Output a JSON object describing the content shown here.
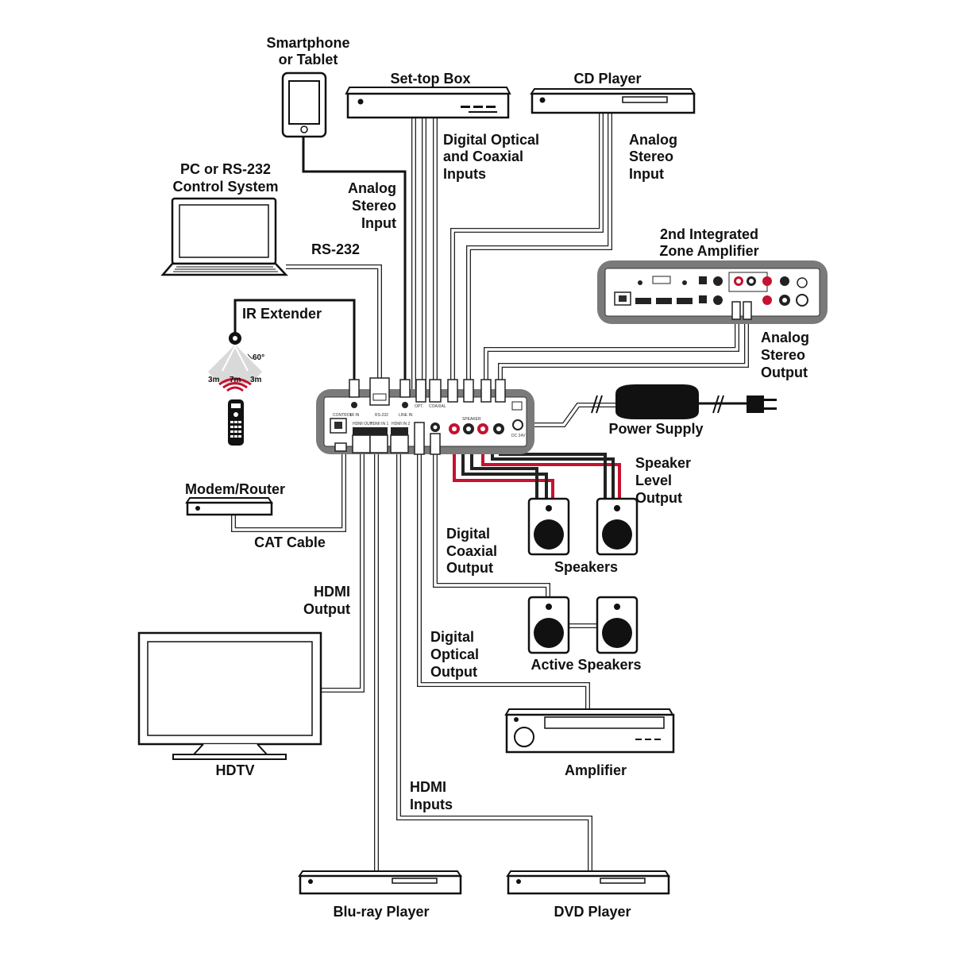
{
  "labels": {
    "smartphone": [
      "Smartphone",
      "or Tablet"
    ],
    "settop": "Set-top Box",
    "cd": "CD Player",
    "digital_in": [
      "Digital Optical",
      "and Coaxial",
      "Inputs"
    ],
    "analog_in_right": [
      "Analog",
      "Stereo",
      "Input"
    ],
    "pc": [
      "PC or RS-232",
      "Control System"
    ],
    "analog_in_left": [
      "Analog",
      "Stereo",
      "Input"
    ],
    "zone_amp": [
      "2nd Integrated",
      "Zone Amplifier"
    ],
    "rs232": "RS-232",
    "ir_extender": "IR Extender",
    "ir_angle": "60°",
    "ir_dist_left": "3m",
    "ir_dist_mid": "7m",
    "ir_dist_right": "3m",
    "analog_out": [
      "Analog",
      "Stereo",
      "Output"
    ],
    "power": "Power Supply",
    "modem": "Modem/Router",
    "speaker_level": [
      "Speaker",
      "Level",
      "Output"
    ],
    "cat": "CAT Cable",
    "coax_out": [
      "Digital",
      "Coaxial",
      "Output"
    ],
    "speakers": "Speakers",
    "hdmi_out": [
      "HDMI",
      "Output"
    ],
    "active_speakers": "Active Speakers",
    "optical_out": [
      "Digital",
      "Optical",
      "Output"
    ],
    "hdtv": "HDTV",
    "amplifier": "Amplifier",
    "hdmi_in": [
      "HDMI",
      "Inputs"
    ],
    "bluray": "Blu-ray Player",
    "dvd": "DVD Player"
  },
  "panel": {
    "control": "CONTROL",
    "ir_in": "IR IN",
    "rs232": "RS-232",
    "line_in": "LINE IN",
    "hdmi_out": "HDMI OUT",
    "hdmi_in1": "HDMI IN 1",
    "hdmi_in2": "HDMI IN 2",
    "optical": "OPT.",
    "coaxial": "COAXIAL",
    "speaker": "SPEAKER",
    "dc": "DC 24V"
  }
}
